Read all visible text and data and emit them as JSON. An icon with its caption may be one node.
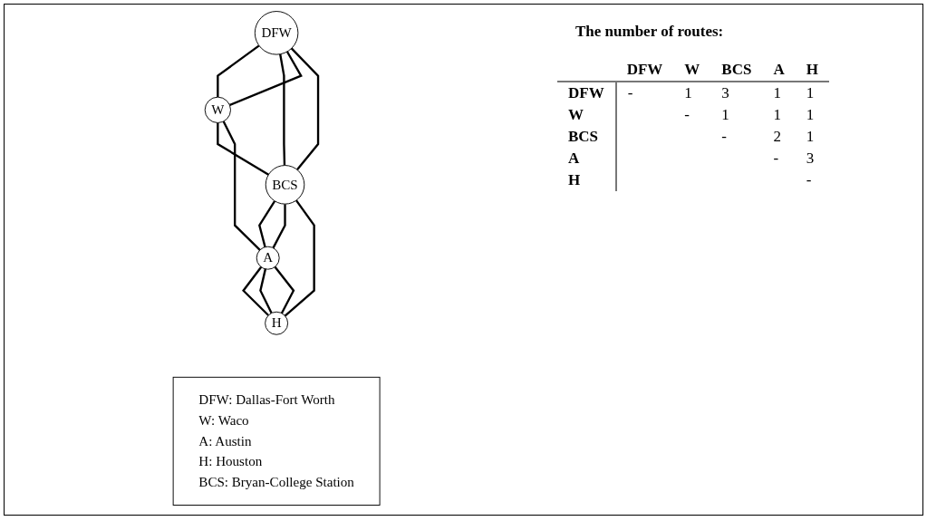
{
  "diagram": {
    "nodes": [
      {
        "text": [
          "DFW"
        ]
      },
      {
        "text": [
          "W"
        ]
      },
      {
        "text": [
          "BCS"
        ]
      },
      {
        "text": [
          "A"
        ]
      },
      {
        "text": [
          "H"
        ]
      },
      {
        "text": [
          "DFW: Dallas-Fort Worth",
          "W: Waco",
          "A: Austin",
          "H: Houston",
          "BCS: Bryan-College Station"
        ]
      }
    ],
    "edges": [
      {
        "from": 0,
        "to": 1,
        "arrow": "none"
      },
      {
        "from": 0,
        "to": 2,
        "arrow": "none"
      },
      {
        "from": 0,
        "to": 1,
        "arrow": "none"
      },
      {
        "from": 0,
        "to": 2,
        "arrow": "none"
      },
      {
        "from": 1,
        "to": 2,
        "arrow": "none"
      },
      {
        "from": 1,
        "to": 3,
        "arrow": "none"
      },
      {
        "from": 2,
        "to": 3,
        "arrow": "none"
      },
      {
        "from": 2,
        "to": 3,
        "arrow": "none"
      },
      {
        "from": 2,
        "to": 4,
        "arrow": "none"
      },
      {
        "from": 3,
        "to": 4,
        "arrow": "none"
      },
      {
        "from": 3,
        "to": 4,
        "arrow": "none"
      },
      {
        "from": 3,
        "to": 4,
        "arrow": "none"
      }
    ],
    "labels": [
      "The number of routes:",
      "DFW",
      "W",
      "BCS",
      "A",
      "H",
      "DFW",
      "-",
      "1",
      "3",
      "1",
      "1",
      "W",
      "-",
      "1",
      "1",
      "1",
      "BCS",
      "-",
      "2",
      "1",
      "A",
      "-",
      "3",
      "H",
      "-"
    ]
  }
}
